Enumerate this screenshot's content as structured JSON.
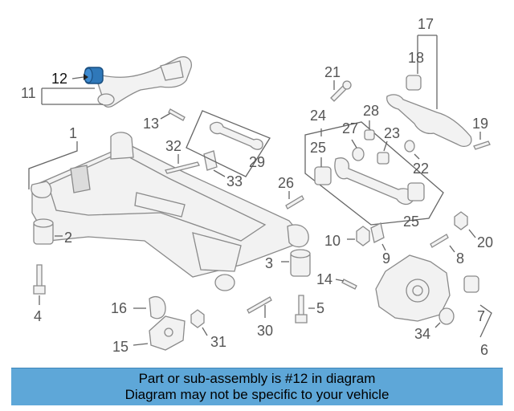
{
  "callouts": {
    "c1": "1",
    "c2": "2",
    "c3": "3",
    "c4": "4",
    "c5": "5",
    "c6": "6",
    "c7": "7",
    "c8": "8",
    "c9": "9",
    "c10": "10",
    "c11": "11",
    "c12": "12",
    "c13": "13",
    "c14": "14",
    "c15": "15",
    "c16": "16",
    "c17": "17",
    "c18": "18",
    "c19": "19",
    "c20": "20",
    "c21": "21",
    "c22": "22",
    "c23": "23",
    "c24": "24",
    "c25a": "25",
    "c25b": "25",
    "c26": "26",
    "c27": "27",
    "c28": "28",
    "c29": "29",
    "c30": "30",
    "c31": "31",
    "c32": "32",
    "c33": "33",
    "c34": "34"
  },
  "caption": {
    "line1": "Part or sub-assembly is #12 in diagram",
    "line2": "Diagram may not be specific to your vehicle"
  },
  "colors": {
    "highlight": "#2f78b9",
    "caption_bg": "#5ea7d8"
  }
}
